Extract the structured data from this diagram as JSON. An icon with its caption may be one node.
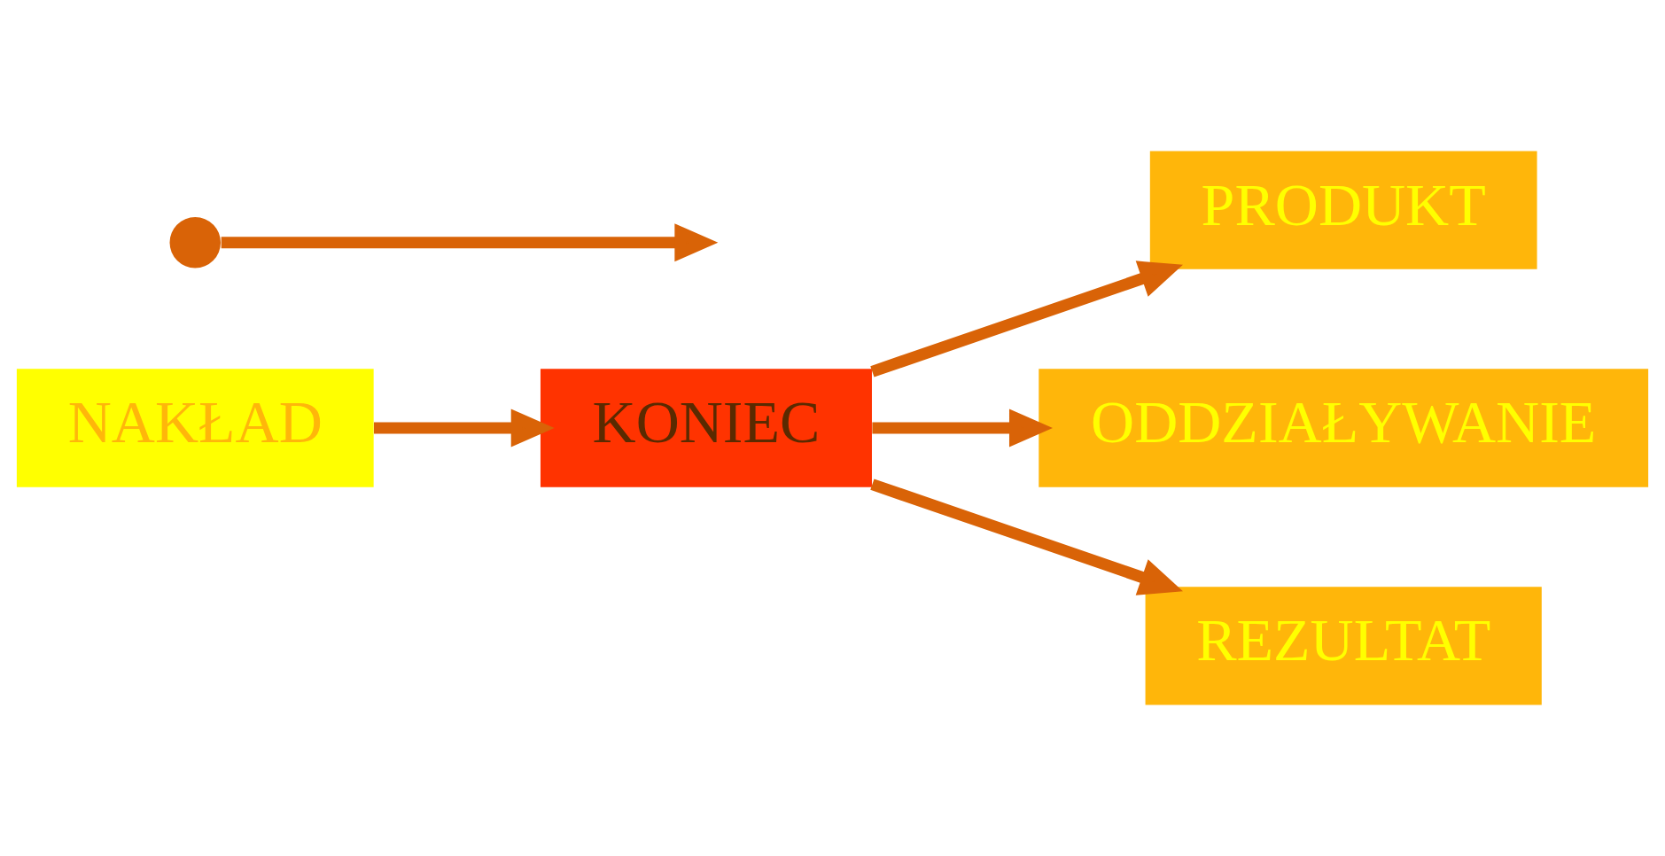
{
  "diagram": {
    "nodes": [
      {
        "text": [
          "NAKŁAD"
        ]
      },
      {
        "text": [
          "PRODUKT"
        ]
      },
      {
        "text": [
          "ODDZIAŁYWANIE"
        ]
      },
      {
        "text": [
          "KONIEC"
        ]
      },
      {
        "text": [
          "REZULTAT"
        ]
      },
      {
        "text": [],
        "shape": "circle"
      }
    ],
    "edges": [
      {
        "from": 0,
        "to": 3,
        "arrow": "to"
      },
      {
        "from": 3,
        "to": 1,
        "arrow": "to"
      },
      {
        "from": 3,
        "to": 2,
        "arrow": "to"
      },
      {
        "from": 3,
        "to": 4,
        "arrow": "to"
      },
      {
        "from": 5,
        "to": null,
        "arrow": "to"
      }
    ]
  }
}
